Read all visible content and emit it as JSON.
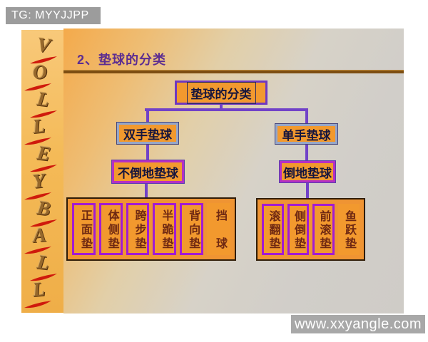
{
  "page": {
    "badge": "TG: MYYJJPP",
    "watermark": "www.xxyangle.com"
  },
  "sidebar": {
    "word": "VOLLEYBALL",
    "letters": [
      "V",
      "O",
      "L",
      "L",
      "E",
      "Y",
      "B",
      "A",
      "L",
      "L"
    ]
  },
  "slide": {
    "title": "2、垫球的分类"
  },
  "flowchart": {
    "root": "垫球的分类",
    "left_branch": {
      "level2": "双手垫球",
      "level3": "不倒地垫球",
      "leaves": [
        "正面垫",
        "体侧垫",
        "跨步垫",
        "半跪垫",
        "背向垫",
        "挡球"
      ]
    },
    "right_branch": {
      "level2": "单手垫球",
      "level3": "倒地垫球",
      "leaves": [
        "滚翻垫",
        "侧倒垫",
        "前滚垫",
        "鱼跃垫"
      ]
    }
  },
  "colors": {
    "box_fill": "#f2992e",
    "connector": "#7142c8",
    "root_border": "#6f38c0",
    "level2_border": "#96a6c8",
    "level3_border": "#b52fc4",
    "leaf_border": "#a21bd2",
    "group_border": "#2e1c08",
    "leaf_text": "#6e2812",
    "title_text": "#5c2d91",
    "sidebar_orange": "#f4ba57",
    "badge_gray": "#9c9c9c",
    "watermark_gray": "#a8a8a8"
  }
}
